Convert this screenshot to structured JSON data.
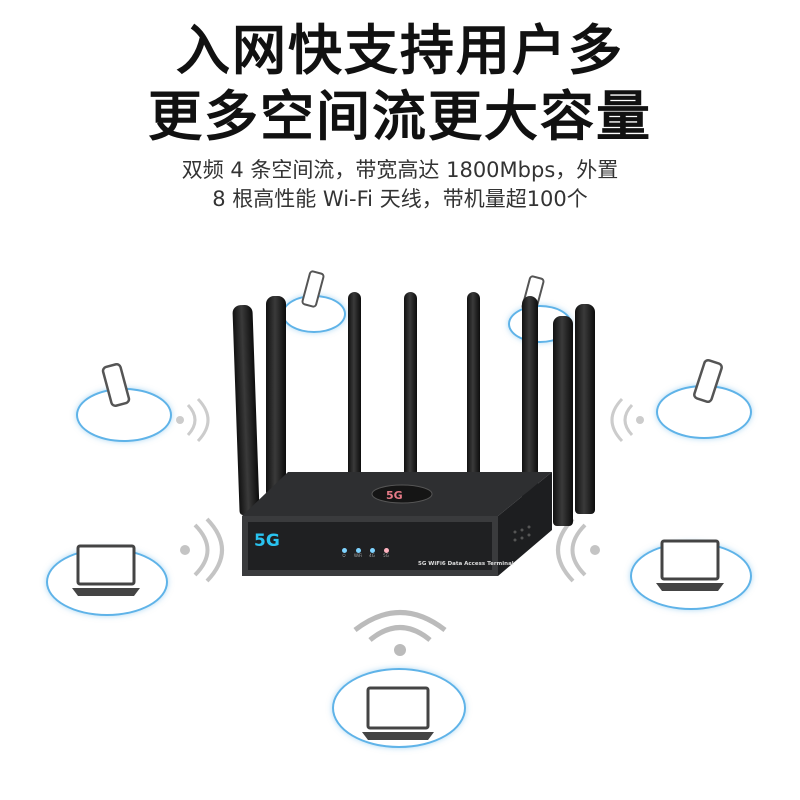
{
  "headline": {
    "line1": "入网快支持用户多",
    "line2": "更多空间流更大容量"
  },
  "subtitle": {
    "line1": "双频 4 条空间流，带宽高达 1800Mbps，外置",
    "line2": "8 根高性能 Wi-Fi 天线，带机量超100个"
  },
  "router": {
    "logo": "5G",
    "top_badge": "5G",
    "label": "5G WiFi6 Data Access Terminal",
    "leds": [
      {
        "label": "⏻",
        "color": "#7fd3ff"
      },
      {
        "label": "WiFi",
        "color": "#7fd3ff"
      },
      {
        "label": "4G",
        "color": "#7fd3ff"
      },
      {
        "label": "5G",
        "color": "#ffb3c0"
      }
    ]
  },
  "colors": {
    "ring": "#5fb3e8",
    "logo": "#29c3f0",
    "body": "#2b2c2e"
  }
}
